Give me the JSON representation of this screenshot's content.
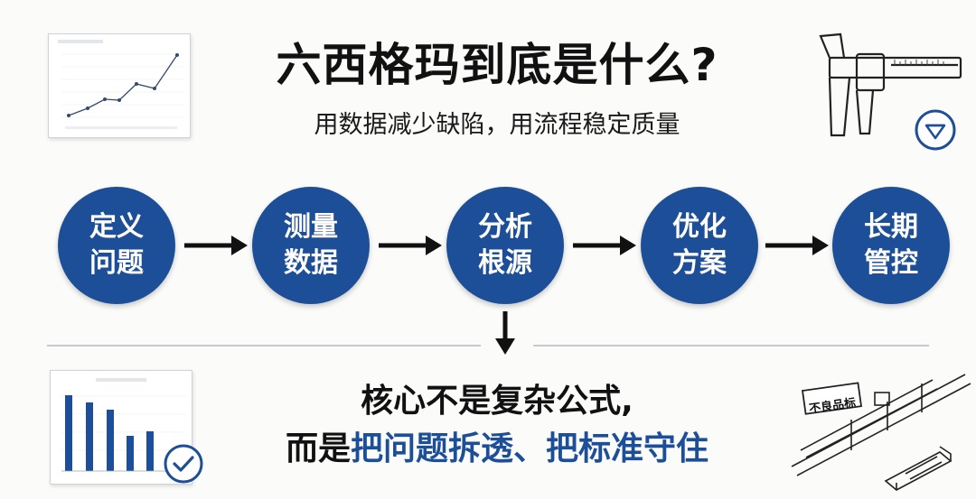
{
  "title": "六西格玛到底是什么?",
  "subtitle": "用数据减少缺陷，用流程稳定质量",
  "steps": [
    {
      "line1": "定义",
      "line2": "问题"
    },
    {
      "line1": "测量",
      "line2": "数据"
    },
    {
      "line1": "分析",
      "line2": "根源"
    },
    {
      "line1": "优化",
      "line2": "方案"
    },
    {
      "line1": "长期",
      "line2": "管控"
    }
  ],
  "core": {
    "line1": "核心不是复杂公式,",
    "line2_prefix": "而是",
    "line2_highlight": "把问题拆透、把标准守住"
  },
  "defect_sign": "不良品标",
  "colors": {
    "primary": "#1d4f98",
    "text": "#111111"
  },
  "icons": [
    "line-chart-thumbnail",
    "caliper-icon",
    "diamond-badge-icon",
    "bar-chart-thumbnail",
    "check-badge-icon",
    "conveyor-line-icon",
    "arrow-right-icon",
    "arrow-down-icon"
  ]
}
